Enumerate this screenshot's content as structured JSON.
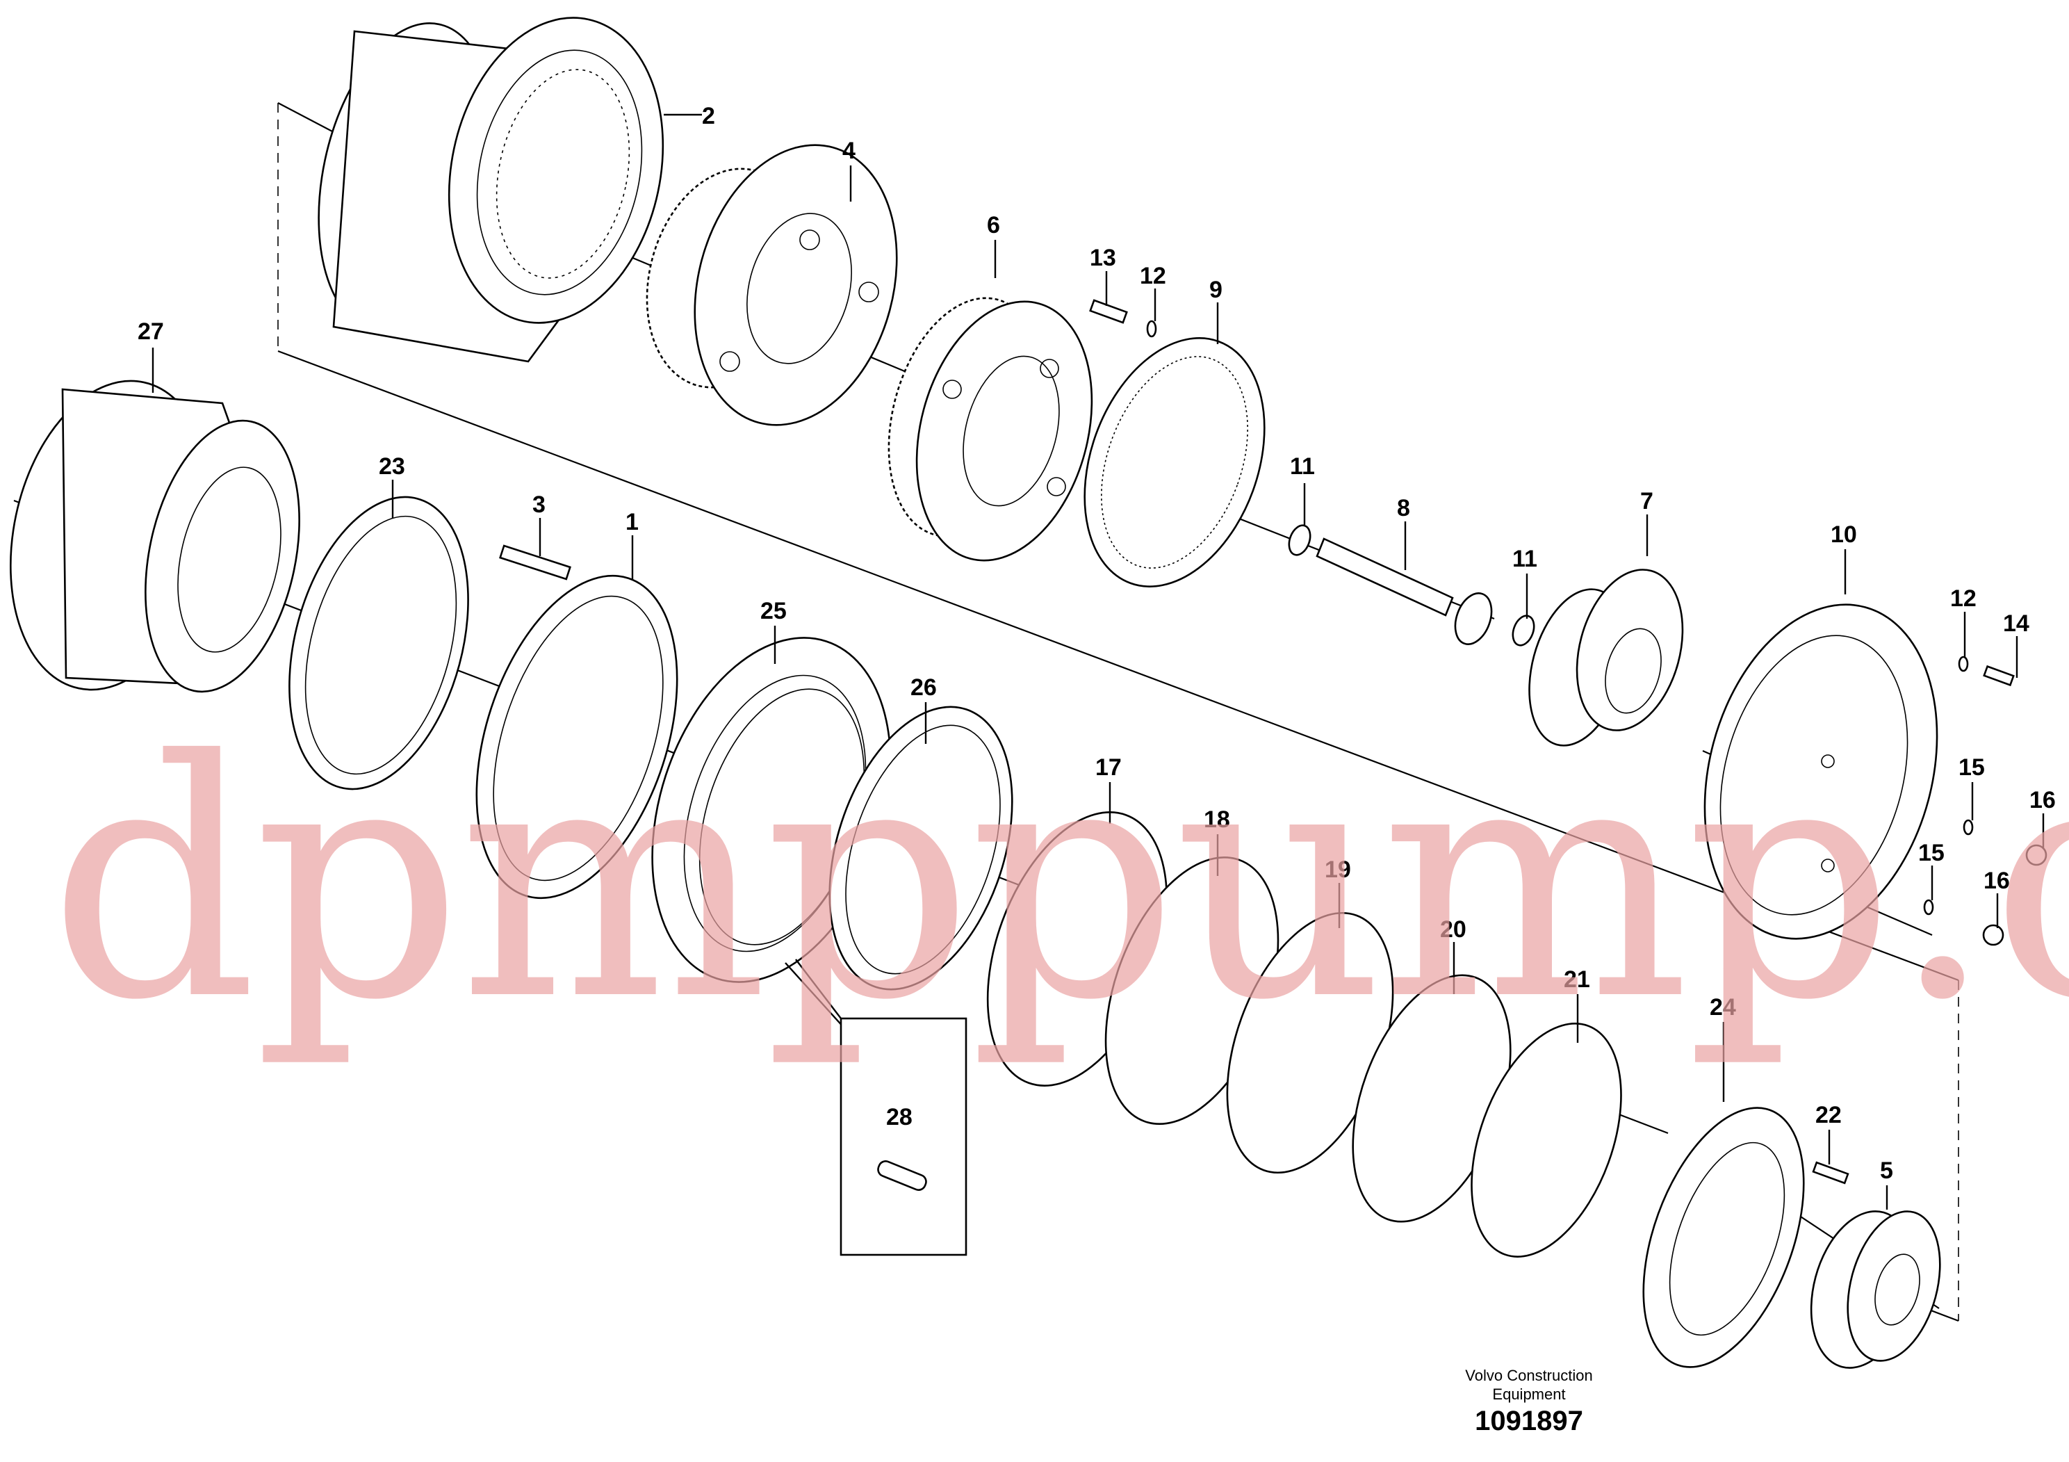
{
  "callouts": {
    "c1": "1",
    "c2": "2",
    "c3": "3",
    "c4": "4",
    "c5": "5",
    "c6": "6",
    "c7": "7",
    "c8": "8",
    "c9": "9",
    "c10": "10",
    "c11a": "11",
    "c11b": "11",
    "c12a": "12",
    "c12b": "12",
    "c13": "13",
    "c14": "14",
    "c15a": "15",
    "c15b": "15",
    "c16a": "16",
    "c16b": "16",
    "c17": "17",
    "c18": "18",
    "c19": "19",
    "c20": "20",
    "c21": "21",
    "c22": "22",
    "c23": "23",
    "c24": "24",
    "c25": "25",
    "c26": "26",
    "c27": "27",
    "c28": "28"
  },
  "footer": {
    "caption_line_1": "Volvo Construction",
    "caption_line_2": "Equipment",
    "drawing_number": "1091897"
  },
  "watermark": "dpmppump.com"
}
